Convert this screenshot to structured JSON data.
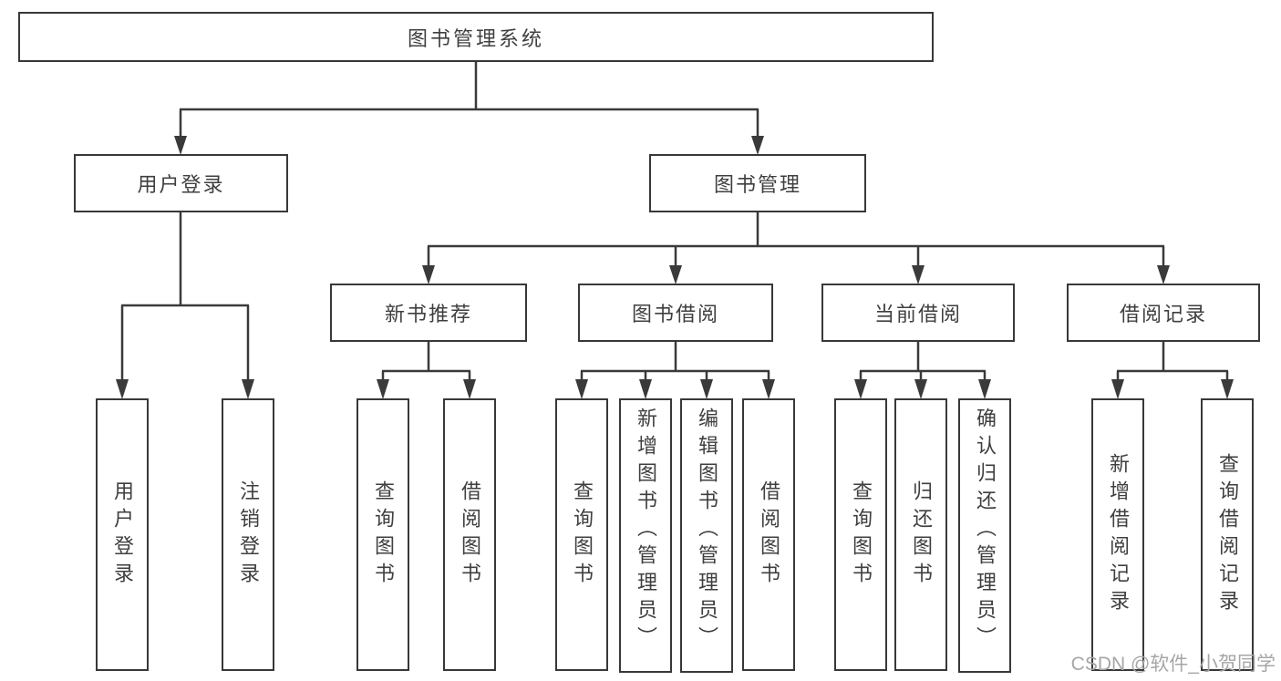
{
  "diagram": {
    "root": {
      "label": "图书管理系统"
    },
    "branches": [
      {
        "label": "用户登录",
        "children": [
          {
            "label": "用户登录"
          },
          {
            "label": "注销登录"
          }
        ]
      },
      {
        "label": "图书管理",
        "children": [
          {
            "label": "新书推荐",
            "children": [
              {
                "label": "查询图书"
              },
              {
                "label": "借阅图书"
              }
            ]
          },
          {
            "label": "图书借阅",
            "children": [
              {
                "label": "查询图书"
              },
              {
                "label": "新增图书（管理员）"
              },
              {
                "label": "编辑图书（管理员）"
              },
              {
                "label": "借阅图书"
              }
            ]
          },
          {
            "label": "当前借阅",
            "children": [
              {
                "label": "查询图书"
              },
              {
                "label": "归还图书"
              },
              {
                "label": "确认归还（管理员）"
              }
            ]
          },
          {
            "label": "借阅记录",
            "children": [
              {
                "label": "新增借阅记录"
              },
              {
                "label": "查询借阅记录"
              }
            ]
          }
        ]
      }
    ]
  },
  "watermark": {
    "text": "CSDN @软件_小贺同学"
  },
  "colors": {
    "line": "#3a3a3a",
    "border": "#383838",
    "text": "#3f3f3f",
    "watermark": "#a6a6a6",
    "background": "#ffffff"
  }
}
